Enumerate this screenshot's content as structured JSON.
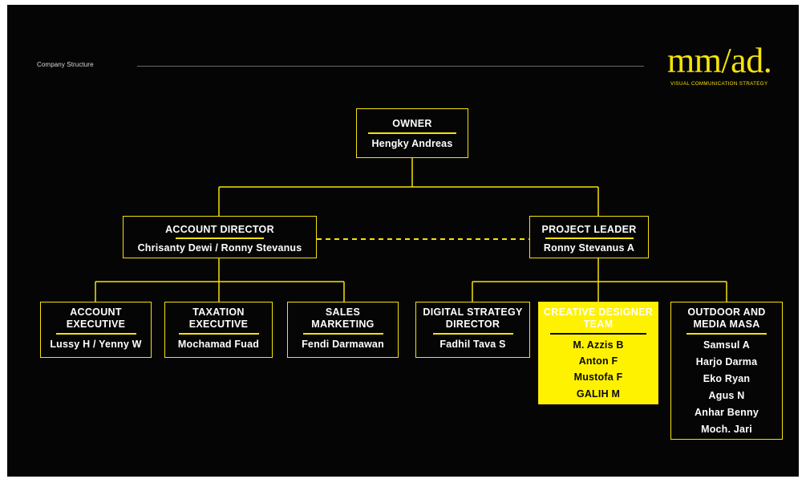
{
  "header": {
    "section_label": "Company Structure",
    "logo_text": "mm/ad.",
    "logo_tagline": "VISUAL COMMUNICATION STRATEGY"
  },
  "colors": {
    "background": "#050505",
    "accent": "#f5e20a",
    "highlight_fill": "#fff200",
    "text": "#ffffff"
  },
  "org": {
    "owner": {
      "title": "OWNER",
      "names": [
        "Hengky Andreas"
      ]
    },
    "account_director": {
      "title": "ACCOUNT DIRECTOR",
      "names": [
        "Chrisanty Dewi / Ronny Stevanus"
      ]
    },
    "project_leader": {
      "title": "PROJECT LEADER",
      "names": [
        "Ronny Stevanus A"
      ]
    },
    "account_executive": {
      "title": [
        "ACCOUNT",
        "EXECUTIVE"
      ],
      "names": [
        "Lussy H / Yenny W"
      ]
    },
    "taxation_executive": {
      "title": [
        "TAXATION",
        "EXECUTIVE"
      ],
      "names": [
        "Mochamad Fuad"
      ]
    },
    "sales_marketing": {
      "title": [
        "SALES",
        "MARKETING"
      ],
      "names": [
        "Fendi Darmawan"
      ]
    },
    "digital_strategy_director": {
      "title": [
        "DIGITAL STRATEGY",
        "DIRECTOR"
      ],
      "names": [
        "Fadhil Tava S"
      ]
    },
    "creative_designer_team": {
      "title": [
        "CREATIVE DESIGNER",
        "TEAM"
      ],
      "names": [
        "M. Azzis B",
        "Anton F",
        "Mustofa F",
        "GALIH M"
      ]
    },
    "outdoor_media": {
      "title": [
        "OUTDOOR AND",
        "MEDIA MASA"
      ],
      "names": [
        "Samsul A",
        "Harjo Darma",
        "Eko Ryan",
        "Agus N",
        "Anhar Benny",
        "Moch. Jari"
      ]
    }
  }
}
